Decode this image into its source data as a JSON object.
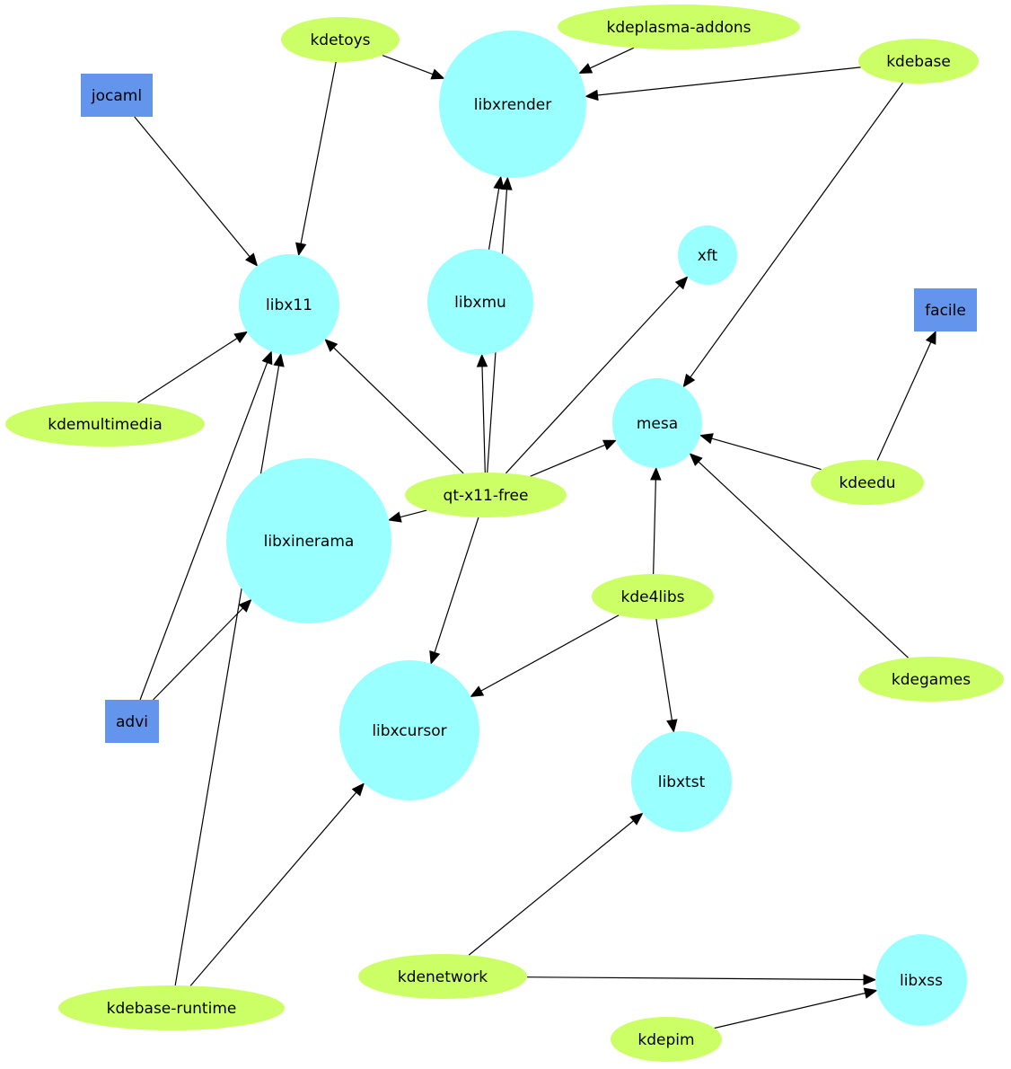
{
  "colors": {
    "ellipse": "#ccff66",
    "circle": "#99ffff",
    "box": "#6495ed",
    "edge": "#000000"
  },
  "nodes": [
    {
      "id": "kdetoys",
      "label": "kdetoys",
      "shape": "ellipse"
    },
    {
      "id": "kdeplasma-addons",
      "label": "kdeplasma-addons",
      "shape": "ellipse"
    },
    {
      "id": "kdebase",
      "label": "kdebase",
      "shape": "ellipse"
    },
    {
      "id": "jocaml",
      "label": "jocaml",
      "shape": "box"
    },
    {
      "id": "libxrender",
      "label": "libxrender",
      "shape": "circle"
    },
    {
      "id": "xft",
      "label": "xft",
      "shape": "circle"
    },
    {
      "id": "libx11",
      "label": "libx11",
      "shape": "circle"
    },
    {
      "id": "libxmu",
      "label": "libxmu",
      "shape": "circle"
    },
    {
      "id": "facile",
      "label": "facile",
      "shape": "box"
    },
    {
      "id": "kdemultimedia",
      "label": "kdemultimedia",
      "shape": "ellipse"
    },
    {
      "id": "mesa",
      "label": "mesa",
      "shape": "circle"
    },
    {
      "id": "kdeedu",
      "label": "kdeedu",
      "shape": "ellipse"
    },
    {
      "id": "qt-x11-free",
      "label": "qt-x11-free",
      "shape": "ellipse"
    },
    {
      "id": "libxinerama",
      "label": "libxinerama",
      "shape": "circle"
    },
    {
      "id": "kde4libs",
      "label": "kde4libs",
      "shape": "ellipse"
    },
    {
      "id": "kdegames",
      "label": "kdegames",
      "shape": "ellipse"
    },
    {
      "id": "advi",
      "label": "advi",
      "shape": "box"
    },
    {
      "id": "libxcursor",
      "label": "libxcursor",
      "shape": "circle"
    },
    {
      "id": "libxtst",
      "label": "libxtst",
      "shape": "circle"
    },
    {
      "id": "kdenetwork",
      "label": "kdenetwork",
      "shape": "ellipse"
    },
    {
      "id": "libxss",
      "label": "libxss",
      "shape": "circle"
    },
    {
      "id": "kdebase-runtime",
      "label": "kdebase-runtime",
      "shape": "ellipse"
    },
    {
      "id": "kdepim",
      "label": "kdepim",
      "shape": "ellipse"
    }
  ],
  "edges": [
    {
      "from": "kdetoys",
      "to": "libxrender"
    },
    {
      "from": "kdetoys",
      "to": "libx11"
    },
    {
      "from": "kdeplasma-addons",
      "to": "libxrender"
    },
    {
      "from": "kdebase",
      "to": "libxrender"
    },
    {
      "from": "kdebase",
      "to": "mesa"
    },
    {
      "from": "jocaml",
      "to": "libx11"
    },
    {
      "from": "libxmu",
      "to": "libxrender"
    },
    {
      "from": "kdemultimedia",
      "to": "libx11"
    },
    {
      "from": "qt-x11-free",
      "to": "libx11"
    },
    {
      "from": "qt-x11-free",
      "to": "libxmu"
    },
    {
      "from": "qt-x11-free",
      "to": "libxrender"
    },
    {
      "from": "qt-x11-free",
      "to": "xft"
    },
    {
      "from": "qt-x11-free",
      "to": "mesa"
    },
    {
      "from": "qt-x11-free",
      "to": "libxinerama"
    },
    {
      "from": "qt-x11-free",
      "to": "libxcursor"
    },
    {
      "from": "kdeedu",
      "to": "facile"
    },
    {
      "from": "kdeedu",
      "to": "mesa"
    },
    {
      "from": "kde4libs",
      "to": "mesa"
    },
    {
      "from": "kde4libs",
      "to": "libxcursor"
    },
    {
      "from": "kde4libs",
      "to": "libxtst"
    },
    {
      "from": "kdegames",
      "to": "mesa"
    },
    {
      "from": "advi",
      "to": "libx11"
    },
    {
      "from": "advi",
      "to": "libxinerama"
    },
    {
      "from": "kdenetwork",
      "to": "libxtst"
    },
    {
      "from": "kdenetwork",
      "to": "libxss"
    },
    {
      "from": "kdebase-runtime",
      "to": "libx11"
    },
    {
      "from": "kdebase-runtime",
      "to": "libxcursor"
    },
    {
      "from": "kdepim",
      "to": "libxss"
    }
  ]
}
